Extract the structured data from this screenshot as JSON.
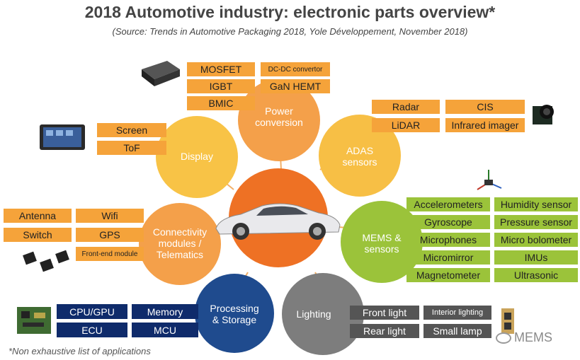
{
  "title": "2018 Automotive industry: electronic parts overview*",
  "subtitle": "(Source: Trends in Automotive Packaging 2018, Yole Développement, November 2018)",
  "footnote": "*Non exhaustive list of applications",
  "watermark": "MEMS",
  "colors": {
    "center": "#ee7124",
    "power": "#f4a04a",
    "adas": "#f7bf45",
    "display": "#f8c346",
    "connectivity": "#f4a04a",
    "mems": "#9bc33a",
    "processing": "#1f4b8e",
    "lighting": "#7d7d7d"
  },
  "categories": {
    "power": {
      "label_line1": "Power",
      "label_line2": "conversion",
      "items": [
        "MOSFET",
        "IGBT",
        "BMIC",
        "DC-DC convertor",
        "GaN HEMT"
      ]
    },
    "adas": {
      "label_line1": "ADAS",
      "label_line2": "sensors",
      "items": [
        "Radar",
        "LiDAR",
        "CIS",
        "Infrared imager"
      ]
    },
    "display": {
      "label": "Display",
      "items": [
        "Screen",
        "ToF"
      ]
    },
    "connectivity": {
      "label_line1": "Connectivity",
      "label_line2": "modules /",
      "label_line3": "Telematics",
      "items": [
        "Antenna",
        "Switch",
        "Wifi",
        "GPS",
        "Front-end module"
      ]
    },
    "mems": {
      "label_line1": "MEMS &",
      "label_line2": "sensors",
      "items": [
        "Accelerometers",
        "Gyroscope",
        "Microphones",
        "Micromirror",
        "Magnetometer",
        "Humidity sensor",
        "Pressure sensor",
        "Micro bolometer",
        "IMUs",
        "Ultrasonic"
      ]
    },
    "processing": {
      "label_line1": "Processing",
      "label_line2": "& Storage",
      "items": [
        "CPU/GPU",
        "ECU",
        "Memory",
        "MCU"
      ]
    },
    "lighting": {
      "label": "Lighting",
      "items": [
        "Front light",
        "Rear light",
        "Interior lighting",
        "Small lamp"
      ]
    }
  }
}
